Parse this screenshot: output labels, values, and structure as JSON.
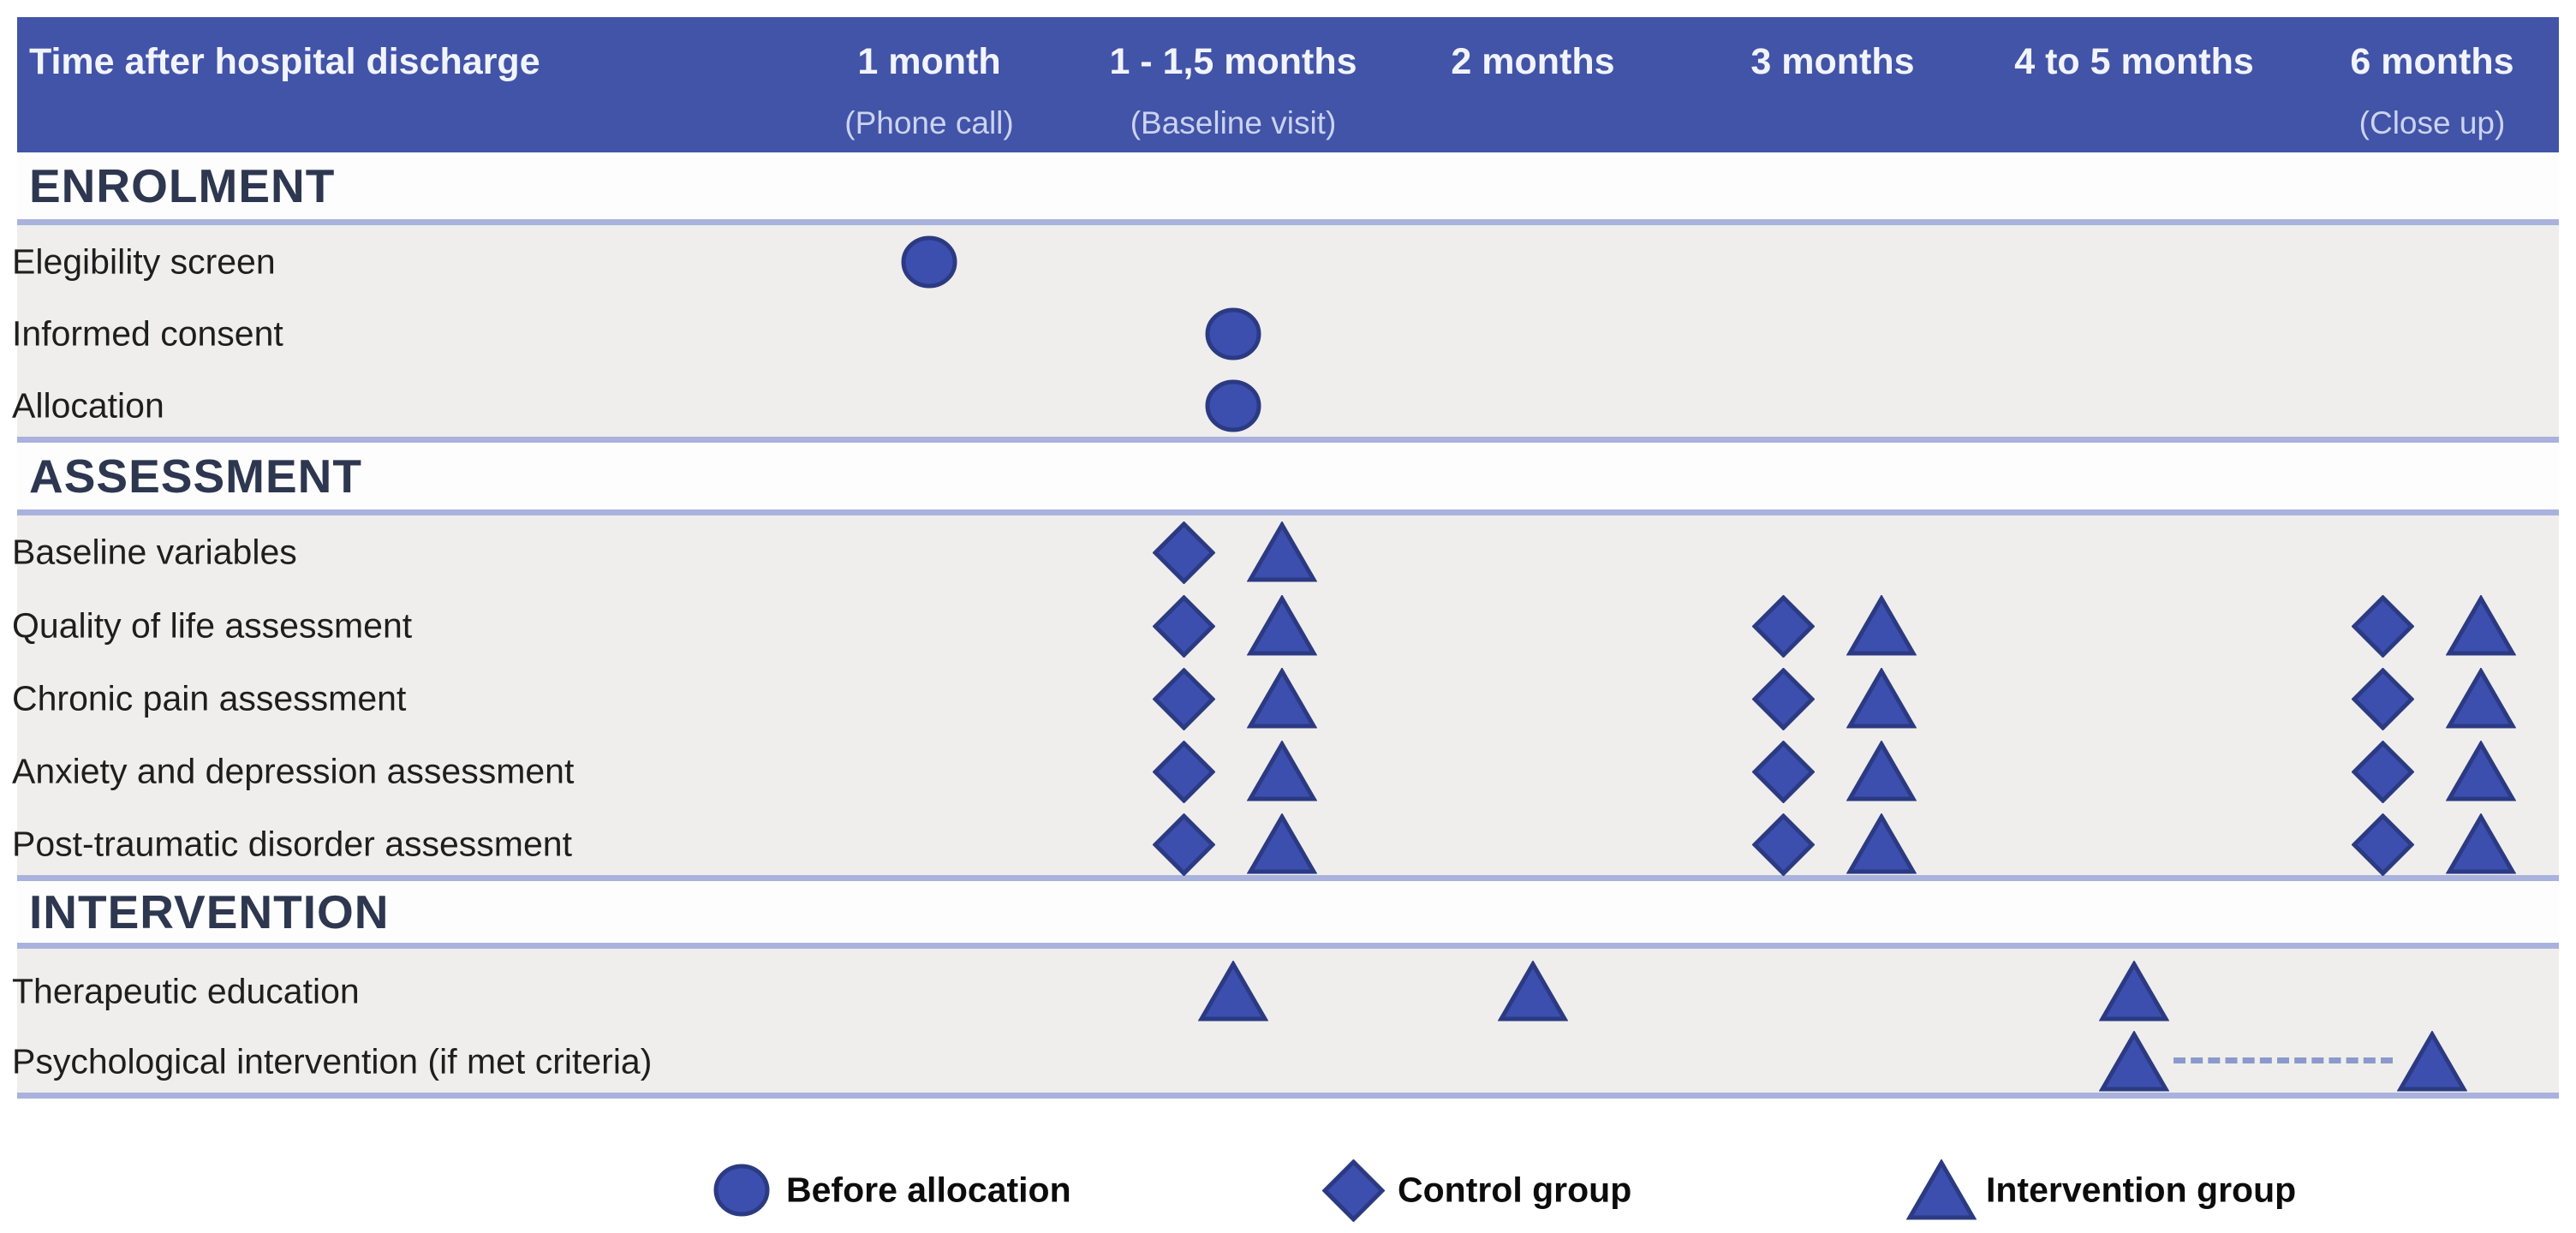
{
  "figure": {
    "kind": "study-schedule-figure",
    "header": {
      "row_label_column": "Time after hospital discharge",
      "columns": [
        {
          "label": "1 month",
          "sublabel": "(Phone call)"
        },
        {
          "label": "1 - 1,5 months",
          "sublabel": "(Baseline visit)"
        },
        {
          "label": "2 months",
          "sublabel": ""
        },
        {
          "label": "3 months",
          "sublabel": ""
        },
        {
          "label": "4 to 5 months",
          "sublabel": ""
        },
        {
          "label": "6 months",
          "sublabel": "(Close up)"
        }
      ]
    },
    "sections": [
      {
        "title": "ENROLMENT",
        "rows": [
          {
            "label": "Elegibility screen",
            "markers": [
              {
                "col": 0,
                "type": "circle"
              }
            ]
          },
          {
            "label": "Informed consent",
            "markers": [
              {
                "col": 1,
                "type": "circle"
              }
            ]
          },
          {
            "label": "Allocation",
            "markers": [
              {
                "col": 1,
                "type": "circle"
              }
            ]
          }
        ]
      },
      {
        "title": "ASSESSMENT",
        "rows": [
          {
            "label": "Baseline variables",
            "markers": [
              {
                "col": 1,
                "type": "diamond"
              },
              {
                "col": 1,
                "type": "triangle"
              }
            ]
          },
          {
            "label": "Quality of life assessment",
            "markers": [
              {
                "col": 1,
                "type": "diamond"
              },
              {
                "col": 1,
                "type": "triangle"
              },
              {
                "col": 3,
                "type": "diamond"
              },
              {
                "col": 3,
                "type": "triangle"
              },
              {
                "col": 5,
                "type": "diamond"
              },
              {
                "col": 5,
                "type": "triangle"
              }
            ]
          },
          {
            "label": "Chronic pain assessment",
            "markers": [
              {
                "col": 1,
                "type": "diamond"
              },
              {
                "col": 1,
                "type": "triangle"
              },
              {
                "col": 3,
                "type": "diamond"
              },
              {
                "col": 3,
                "type": "triangle"
              },
              {
                "col": 5,
                "type": "diamond"
              },
              {
                "col": 5,
                "type": "triangle"
              }
            ]
          },
          {
            "label": "Anxiety and depression assessment",
            "markers": [
              {
                "col": 1,
                "type": "diamond"
              },
              {
                "col": 1,
                "type": "triangle"
              },
              {
                "col": 3,
                "type": "diamond"
              },
              {
                "col": 3,
                "type": "triangle"
              },
              {
                "col": 5,
                "type": "diamond"
              },
              {
                "col": 5,
                "type": "triangle"
              }
            ]
          },
          {
            "label": "Post-traumatic disorder assessment",
            "markers": [
              {
                "col": 1,
                "type": "diamond"
              },
              {
                "col": 1,
                "type": "triangle"
              },
              {
                "col": 3,
                "type": "diamond"
              },
              {
                "col": 3,
                "type": "triangle"
              },
              {
                "col": 5,
                "type": "diamond"
              },
              {
                "col": 5,
                "type": "triangle"
              }
            ]
          }
        ]
      },
      {
        "title": "INTERVENTION",
        "rows": [
          {
            "label": "Therapeutic education",
            "markers": [
              {
                "col": 1,
                "type": "triangle"
              },
              {
                "col": 2,
                "type": "triangle"
              },
              {
                "col": 4,
                "type": "triangle"
              }
            ]
          },
          {
            "label": "Psychological intervention (if met criteria)",
            "markers": [
              {
                "col": 4,
                "type": "triangle"
              },
              {
                "col": 5,
                "type": "triangle"
              }
            ],
            "connector": {
              "from_col": 4,
              "to_col": 5,
              "style": "dashed"
            }
          }
        ]
      }
    ],
    "legend": [
      {
        "symbol": "circle",
        "label": "Before allocation"
      },
      {
        "symbol": "diamond",
        "label": "Control group"
      },
      {
        "symbol": "triangle",
        "label": "Intervention group"
      }
    ],
    "colors": {
      "header_bar": "#4254a8",
      "header_text": "#f2f4fc",
      "header_subtext": "#ccd3f0",
      "divider": "#a9b2dd",
      "row_background": "#efeeec",
      "section_title": "#2e3750",
      "marker_fill": "#3c4fae",
      "marker_stroke": "#2b3a82",
      "connector": "#8b99cc"
    }
  }
}
